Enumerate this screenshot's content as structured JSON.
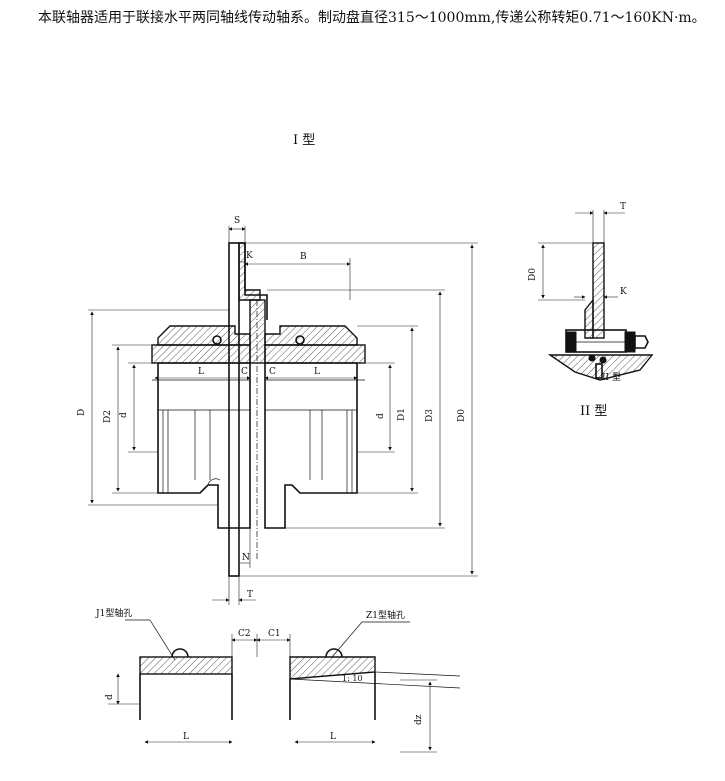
{
  "intro_text": "本联轴器适用于联接水平两同轴线传动轴系。制动盘直径315～1000mm,传递公称转矩0.71～160KN·m。",
  "type1_title": "I 型",
  "type2_title": "II  型",
  "type2_detail_label": "II 型",
  "labels": {
    "S": "S",
    "K": "K",
    "B": "B",
    "L": "L",
    "C": "C",
    "N": "N",
    "T": "T",
    "D": "D",
    "D2": "D2",
    "d": "d",
    "D1": "D1",
    "D3": "D3",
    "D0": "D0",
    "C1": "C1",
    "C2": "C2",
    "dz": "dz",
    "taper": "1: 10"
  },
  "bore_labels": {
    "j1": "J1型轴孔",
    "z1": "Z1型轴孔"
  }
}
